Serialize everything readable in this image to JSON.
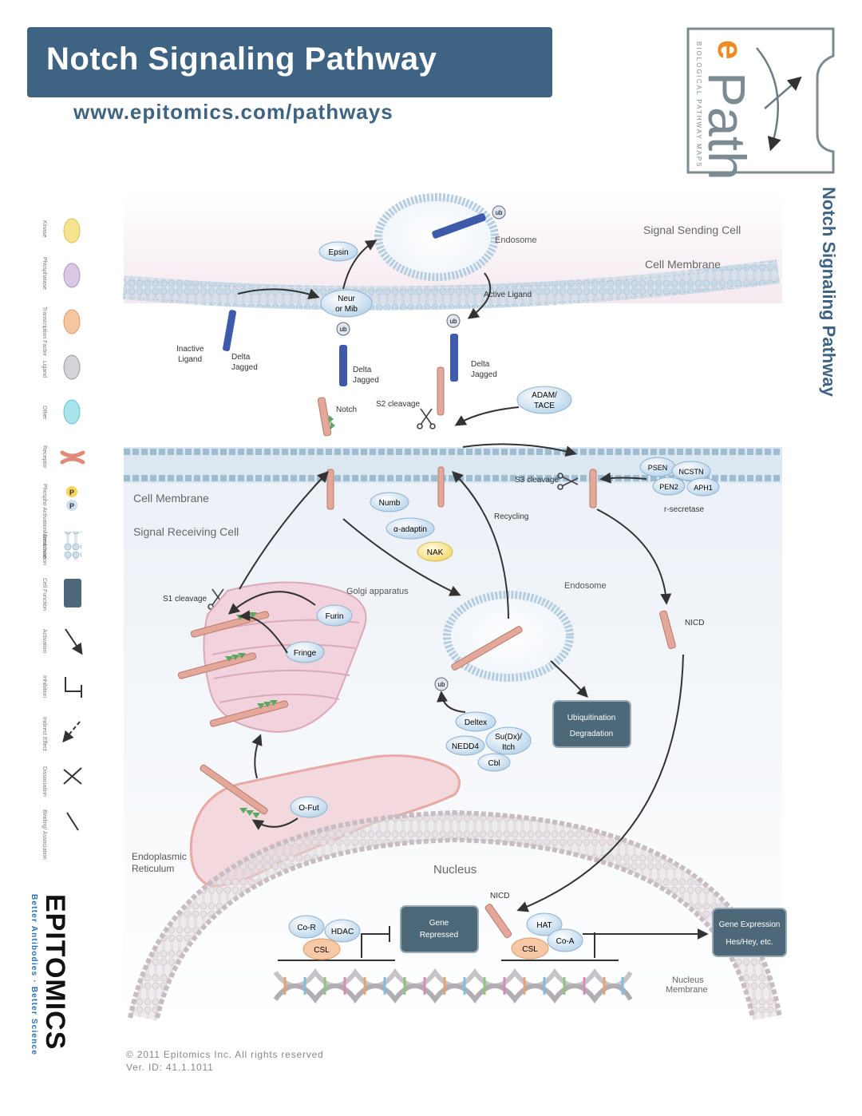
{
  "header": {
    "title": "Notch Signaling Pathway",
    "url": "www.epitomics.com/pathways"
  },
  "logo": {
    "brand": "ePath",
    "subtitle": "BIOLOGICAL PATHWAY MAPS"
  },
  "side_title": "Notch Signaling Pathway",
  "legend": {
    "items": [
      {
        "label": "Kinase",
        "icon": "kinase-icon"
      },
      {
        "label": "Phosphatase",
        "icon": "phosphatase-icon"
      },
      {
        "label": "Transcription Factor",
        "icon": "transcription-factor-icon"
      },
      {
        "label": "Ligand",
        "icon": "ligand-icon"
      },
      {
        "label": "Other",
        "icon": "other-icon"
      },
      {
        "label": "Receptor",
        "icon": "receptor-icon"
      },
      {
        "label": "Phospho Activation/ Deactivation",
        "icon": "phospho-icon"
      },
      {
        "label": "Membrane",
        "icon": "membrane-icon"
      },
      {
        "label": "Cell Function",
        "icon": "cell-function-icon"
      },
      {
        "label": "Activation",
        "icon": "activation-arrow-icon"
      },
      {
        "label": "Inhibition",
        "icon": "inhibition-icon"
      },
      {
        "label": "Indirect Effect",
        "icon": "indirect-effect-icon"
      },
      {
        "label": "Dissociation",
        "icon": "dissociation-icon"
      },
      {
        "label": "Binding/ Association",
        "icon": "binding-icon"
      }
    ],
    "phospho_p": "P"
  },
  "company": {
    "name": "EPITOMICS",
    "tagline": "Better Antibodies · Better Science"
  },
  "diagram": {
    "regions": {
      "signal_sending_cell": "Signal Sending Cell",
      "cell_membrane_top": "Cell Membrane",
      "cell_membrane_bottom": "Cell Membrane",
      "signal_receiving_cell": "Signal Receiving Cell",
      "endosome_top": "Endosome",
      "endosome_mid": "Endosome",
      "golgi": "Golgi apparatus",
      "er_line1": "Endoplasmic",
      "er_line2": "Reticulum",
      "nucleus": "Nucleus",
      "nucleus_membrane_line1": "Nucleus",
      "nucleus_membrane_line2": "Membrane"
    },
    "nodes": {
      "epsin": "Epsin",
      "neur_line1": "Neur",
      "neur_line2": "or Mib",
      "ub": "ub",
      "adam_line1": "ADAM/",
      "adam_line2": "TACE",
      "psen": "PSEN",
      "ncstn": "NCSTN",
      "pen2": "PEN2",
      "aph1": "APH1",
      "numb": "Numb",
      "adaptin": "α-adaptin",
      "nak": "NAK",
      "furin": "Furin",
      "fringe": "Fringe",
      "ofut": "O-Fut",
      "deltex": "Deltex",
      "nedd4": "NEDD4",
      "sudx_line1": "Su(Dx)/",
      "sudx_line2": "Itch",
      "cbl": "Cbl",
      "cor": "Co-R",
      "hdac": "HDAC",
      "csl": "CSL",
      "hat": "HAT",
      "coa": "Co-A"
    },
    "labels": {
      "inactive_ligand_line1": "Inactive",
      "inactive_ligand_line2": "Ligand",
      "delta": "Delta",
      "jagged": "Jagged",
      "active_ligand": "Active Ligand",
      "notch": "Notch",
      "s2_cleavage": "S2 cleavage",
      "s3_cleavage": "S3 cleavage",
      "s1_cleavage": "S1 cleavage",
      "gamma_secretase": "r-secretase",
      "recycling": "Recycling",
      "nicd": "NICD"
    },
    "boxes": {
      "ubiquitination_line1": "Ubiquitination",
      "ubiquitination_line2": "Degradation",
      "gene_repressed_line1": "Gene",
      "gene_repressed_line2": "Repressed",
      "gene_expression_line1": "Gene Expression",
      "gene_expression_line2": "Hes/Hey, etc."
    },
    "colors": {
      "title_bar": "#3f6382",
      "box_fill": "#4d6878",
      "node_blue": "#c4dcef",
      "node_yellow": "#f7e38c",
      "receptor": "#e3a899",
      "ligand": "#3e5bab",
      "logo_orange": "#f08a24",
      "membrane": "#c9dbe8",
      "nuclear_membrane": "#dcd4d8"
    }
  },
  "footer": {
    "copyright": "© 2011 Epitomics Inc. All rights reserved",
    "version": "Ver. ID: 41.1.1011"
  }
}
